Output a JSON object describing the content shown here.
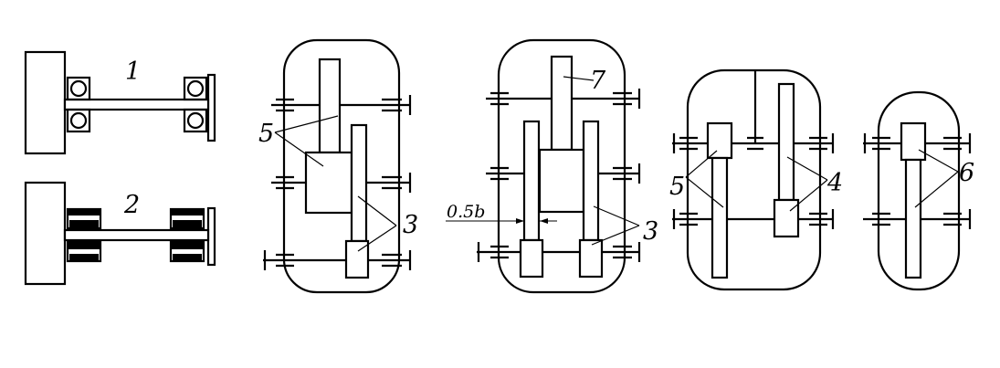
{
  "labels": {
    "one": "1",
    "two": "2",
    "five_a": "5",
    "three_a": "3",
    "seven": "7",
    "dim": "0.5b",
    "three_b": "3",
    "five_b": "5",
    "four": "4",
    "six": "6"
  }
}
